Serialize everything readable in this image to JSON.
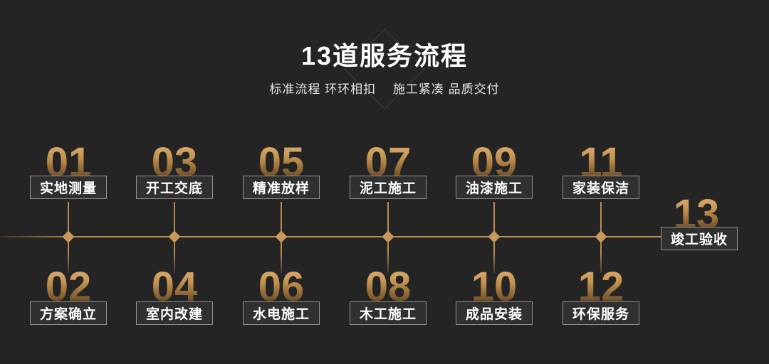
{
  "header": {
    "title": "13道服务流程",
    "subtitle": "标准流程 环环相扣　 施工紧凑 品质交付"
  },
  "steps": [
    {
      "num": "01",
      "label": "实地测量"
    },
    {
      "num": "02",
      "label": "方案确立"
    },
    {
      "num": "03",
      "label": "开工交底"
    },
    {
      "num": "04",
      "label": "室内改建"
    },
    {
      "num": "05",
      "label": "精准放样"
    },
    {
      "num": "06",
      "label": "水电施工"
    },
    {
      "num": "07",
      "label": "泥工施工"
    },
    {
      "num": "08",
      "label": "木工施工"
    },
    {
      "num": "09",
      "label": "油漆施工"
    },
    {
      "num": "10",
      "label": "成品安装"
    },
    {
      "num": "11",
      "label": "家装保洁"
    },
    {
      "num": "12",
      "label": "环保服务"
    },
    {
      "num": "13",
      "label": "竣工验收"
    }
  ],
  "colors": {
    "background": "#242424",
    "timeline_gold": "#bd9050",
    "node_gold": "#c9995a",
    "number_gradient_top": "#dcac70",
    "number_gradient_bottom": "#4a371b",
    "box_background": "#303030",
    "box_border": "#919191",
    "title_text": "#ffffff",
    "subtitle_text": "#e4e4e4"
  }
}
